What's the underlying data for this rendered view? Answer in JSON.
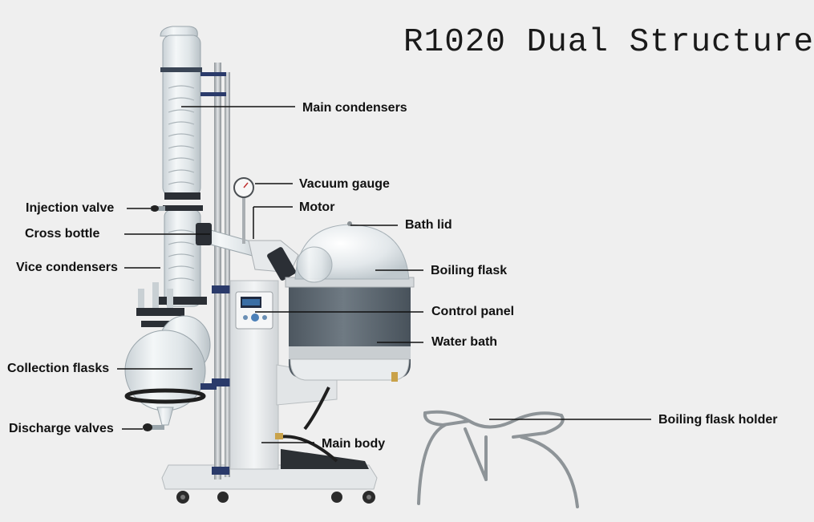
{
  "title": "R1020 Dual Structure",
  "labels": [
    {
      "id": "main-condensers",
      "text": "Main condensers"
    },
    {
      "id": "vacuum-gauge",
      "text": "Vacuum gauge"
    },
    {
      "id": "motor",
      "text": "Motor"
    },
    {
      "id": "injection-valve",
      "text": "Injection valve"
    },
    {
      "id": "bath-lid",
      "text": "Bath lid"
    },
    {
      "id": "cross-bottle",
      "text": "Cross bottle"
    },
    {
      "id": "vice-condensers",
      "text": "Vice condensers"
    },
    {
      "id": "boiling-flask",
      "text": "Boiling flask"
    },
    {
      "id": "control-panel",
      "text": "Control panel"
    },
    {
      "id": "water-bath",
      "text": "Water bath"
    },
    {
      "id": "collection-flasks",
      "text": "Collection flasks"
    },
    {
      "id": "boiling-flask-holder",
      "text": "Boiling flask holder"
    },
    {
      "id": "discharge-valves",
      "text": "Discharge valves"
    },
    {
      "id": "main-body",
      "text": "Main body"
    }
  ],
  "colors": {
    "background": "#efefef",
    "glass": "#dde3e6",
    "bath": "#5f6a73",
    "frame": "#e9ecee",
    "steel": "#a9aeb2",
    "clamp": "#2a3a6a",
    "leader": "#111111"
  }
}
